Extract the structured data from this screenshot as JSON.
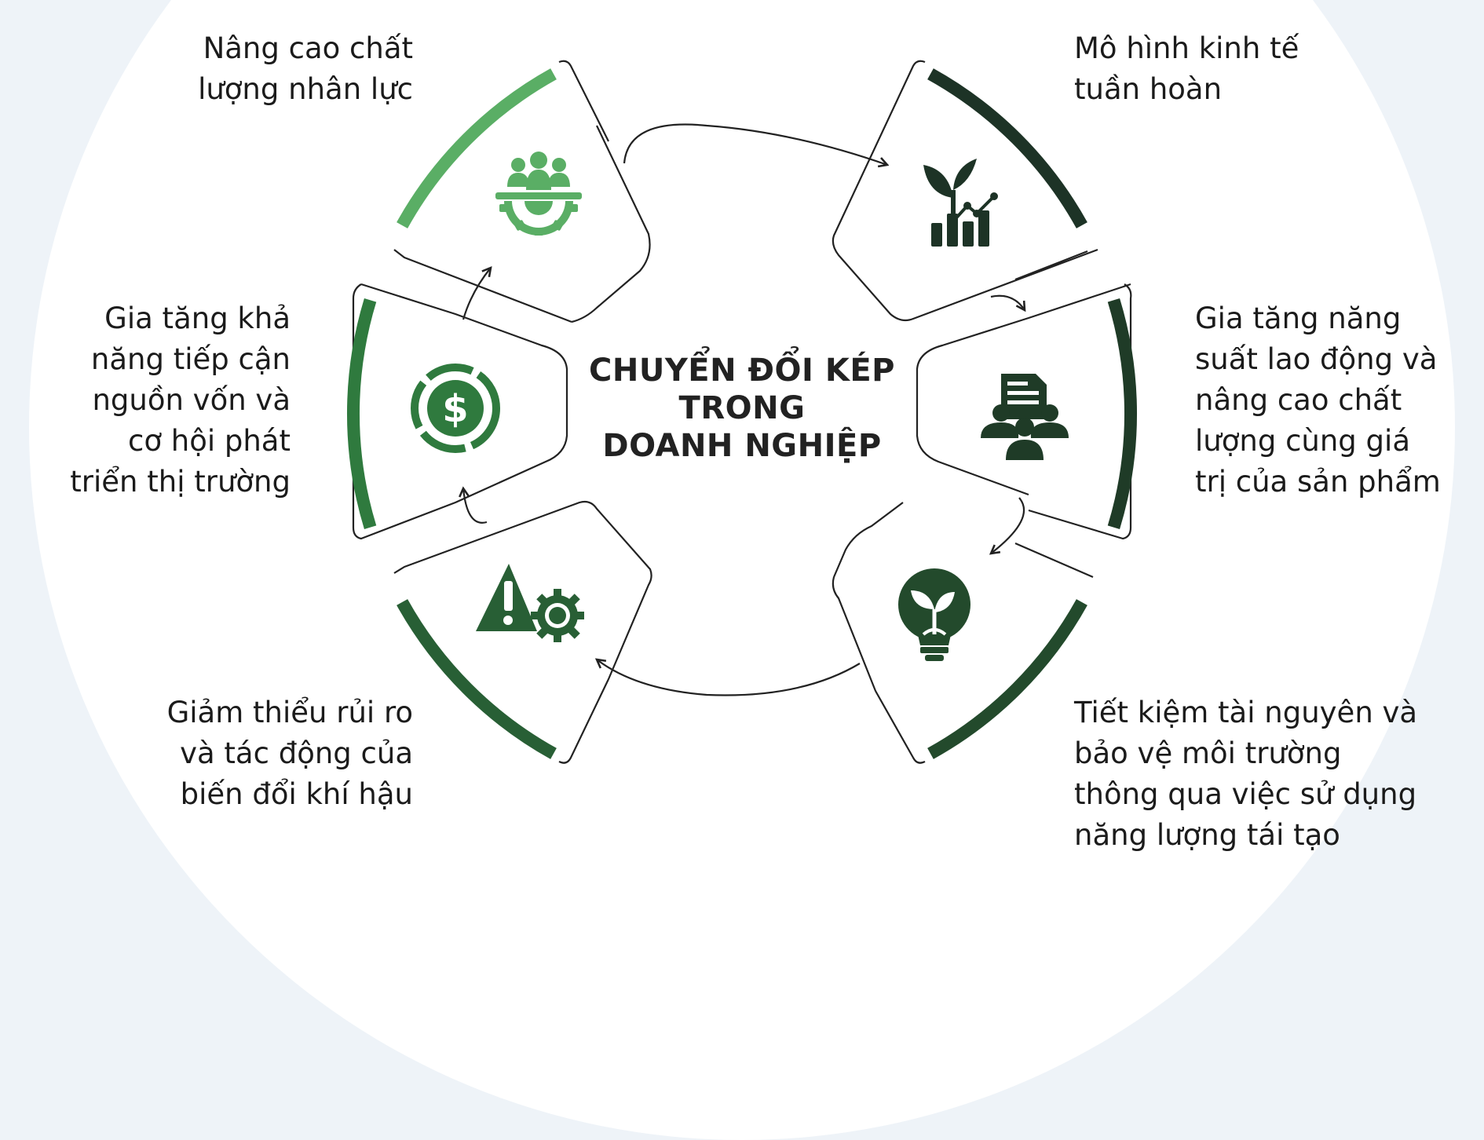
{
  "center_title": "CHUYỂN ĐỔI KÉP\nTRONG\nDOANH NGHIỆP",
  "items": [
    {
      "id": "nhan-luc",
      "label": "Nâng cao chất\nlượng nhân lực",
      "icon": "team-gear-icon",
      "color": "#5aae65"
    },
    {
      "id": "kinh-te",
      "label": "Mô hình kinh tế\ntuần hoàn",
      "icon": "growth-plant-chart-icon",
      "color": "#1d3326"
    },
    {
      "id": "nang-suat",
      "label": "Gia tăng năng\nsuất lao động và\nnâng cao chất\nlượng cùng giá\ntrị của sản phẩm",
      "icon": "team-document-icon",
      "color": "#1f3b27"
    },
    {
      "id": "tiet-kiem",
      "label": "Tiết kiệm tài nguyên và\nbảo vệ môi trường\nthông qua việc sử dụng\nnăng lượng tái tạo",
      "icon": "eco-lightbulb-icon",
      "color": "#234a2c"
    },
    {
      "id": "rui-ro",
      "label": "Giảm thiểu rủi ro\nvà tác động của\nbiến đổi khí hậu",
      "icon": "warning-gear-icon",
      "color": "#285f35"
    },
    {
      "id": "von",
      "label": "Gia tăng khả\nnăng tiếp cận\nnguồn vốn và\ncơ hội phát\ntriển thị trường",
      "icon": "dollar-coin-icon",
      "color": "#2f7a3e"
    }
  ]
}
